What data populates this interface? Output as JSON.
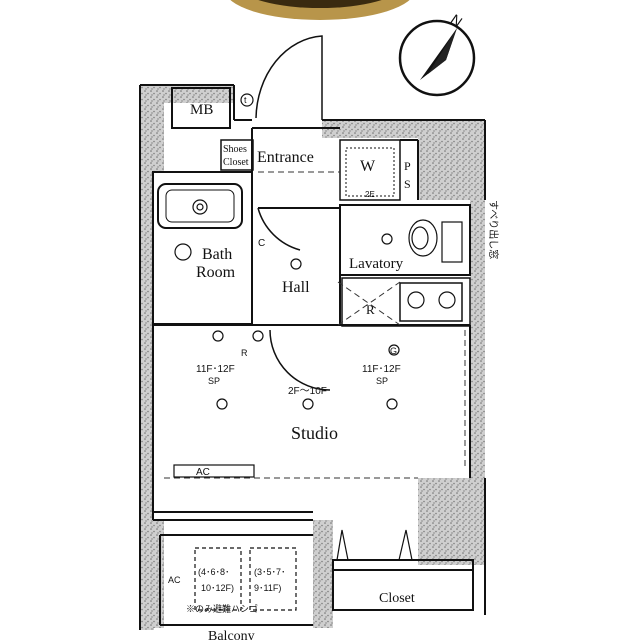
{
  "rooms": {
    "mb": "MB",
    "shoes_closet_line1": "Shoes",
    "shoes_closet_line2": "Closet",
    "entrance": "Entrance",
    "w": "W",
    "ps_p": "P",
    "ps_s": "S",
    "bath_line1": "Bath",
    "bath_line2": "Room",
    "hall": "Hall",
    "lavatory": "Lavatory",
    "r": "R",
    "studio": "Studio",
    "closet": "Closet",
    "balcony": "Balcony"
  },
  "annotations": {
    "floors_left": "11F･12F",
    "floors_right": "11F･12F",
    "floors_mid": "2F～10F",
    "ac": "AC",
    "ac_small": "AC",
    "balcony_left_line1": "(4･6･8･",
    "balcony_left_line2": "10･12F)",
    "balcony_right_line1": "(3･5･7･",
    "balcony_right_line2": "9･11F)",
    "ladder_note": "※のみ避難ハシゴ",
    "window_note": "すべり出し窓",
    "north": "N",
    "sp1": "SP",
    "sp2": "SP",
    "c": "C",
    "g": "G",
    "r_small": "R",
    "two_e": "2E",
    "t": "t"
  },
  "colors": {
    "wall": "#111111",
    "hatch": "#8a8a8a",
    "emblem": "#b8954a",
    "emblem_dark": "#3a2a10"
  }
}
